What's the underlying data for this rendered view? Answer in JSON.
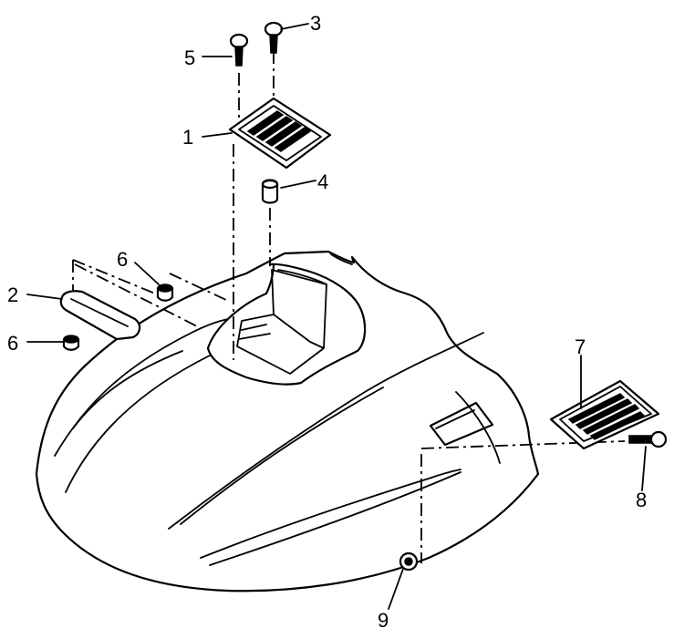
{
  "callouts": [
    {
      "id": "1",
      "label": "1"
    },
    {
      "id": "2",
      "label": "2"
    },
    {
      "id": "3",
      "label": "3"
    },
    {
      "id": "4",
      "label": "4"
    },
    {
      "id": "5",
      "label": "5"
    },
    {
      "id": "6a",
      "label": "6"
    },
    {
      "id": "6b",
      "label": "6"
    },
    {
      "id": "7",
      "label": "7"
    },
    {
      "id": "8",
      "label": "8"
    },
    {
      "id": "9",
      "label": "9"
    }
  ],
  "colors": {
    "ink": "#000000",
    "paper": "#ffffff"
  }
}
